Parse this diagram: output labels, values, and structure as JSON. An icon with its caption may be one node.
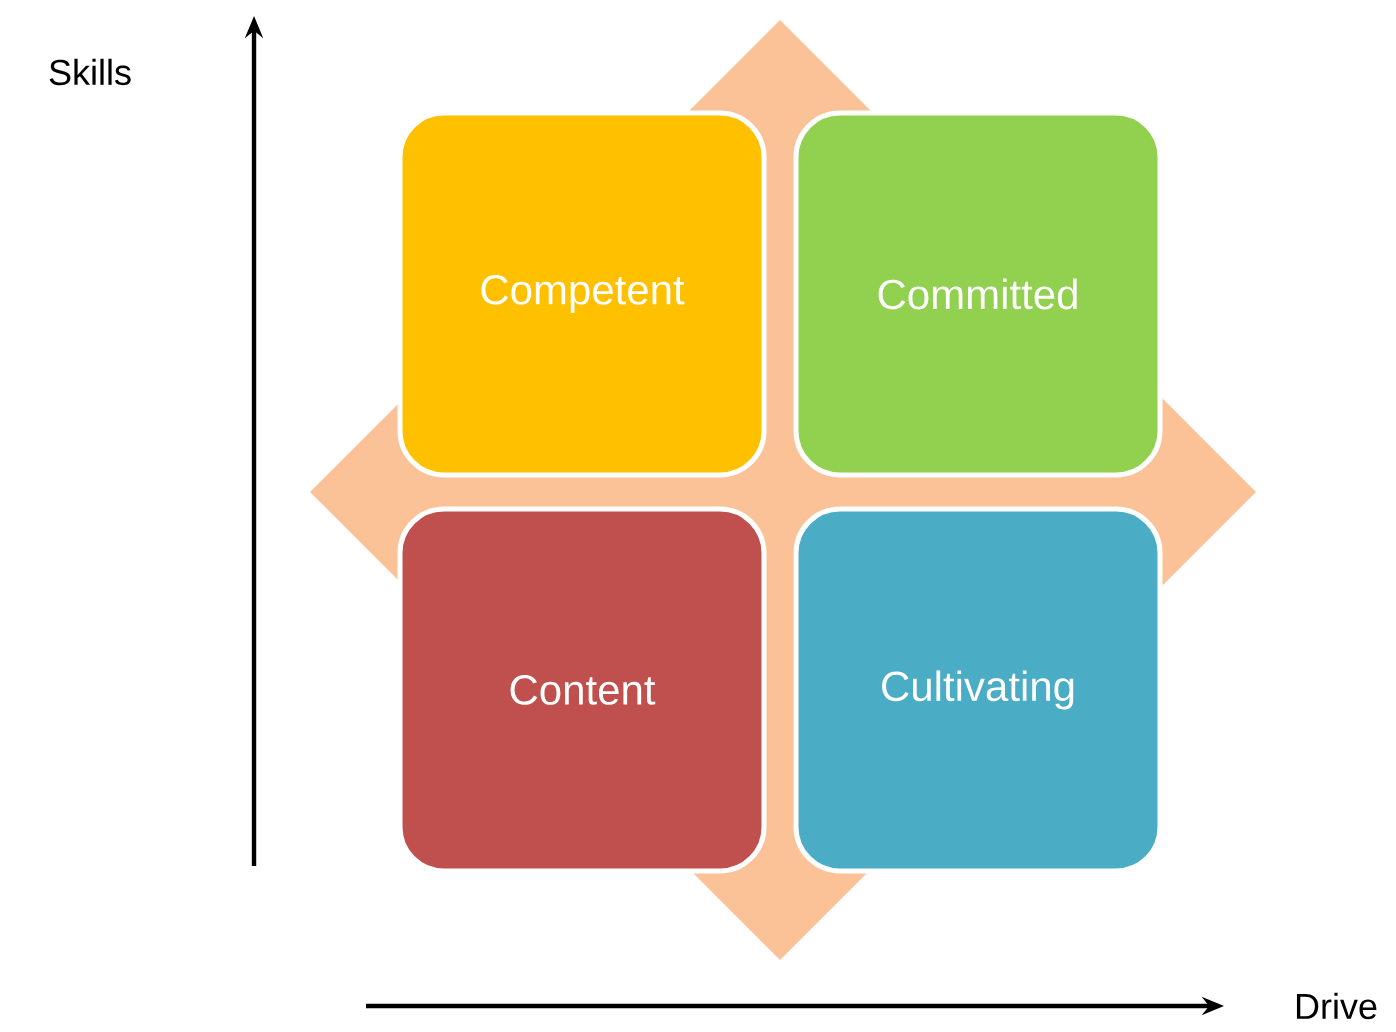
{
  "diagram": {
    "nodes": [
      {
        "text": [
          "Competent"
        ]
      },
      {
        "text": [
          "Committed"
        ]
      },
      {
        "text": [
          "Content"
        ]
      },
      {
        "text": [
          "Cultivating"
        ]
      }
    ],
    "labels": [
      "Skills",
      "Drive"
    ]
  }
}
